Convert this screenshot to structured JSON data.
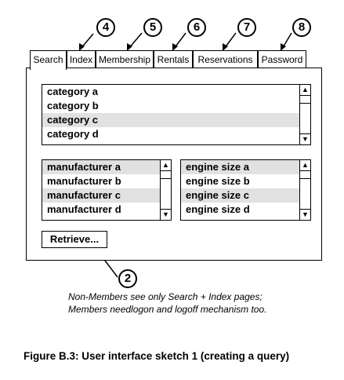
{
  "callouts": [
    "4",
    "5",
    "6",
    "7",
    "8",
    "2"
  ],
  "tabs": [
    "Search",
    "Index",
    "Membership",
    "Rentals",
    "Reservations",
    "Password"
  ],
  "category_list": [
    "category a",
    "category b",
    "category c",
    "category d"
  ],
  "manufacturer_list": [
    "manufacturer a",
    "manufacturer b",
    "manufacturer c",
    "manufacturer d"
  ],
  "engine_list": [
    "engine size a",
    "engine size b",
    "engine size c",
    "engine size d"
  ],
  "retrieve_button": "Retrieve...",
  "note_lines": [
    "Non-Members see only Search + Index pages;",
    "Members needlogon and logoff mechanism too."
  ],
  "caption": "Figure B.3: User interface sketch 1 (creating a query)",
  "selection_color": "#e1e1e1"
}
